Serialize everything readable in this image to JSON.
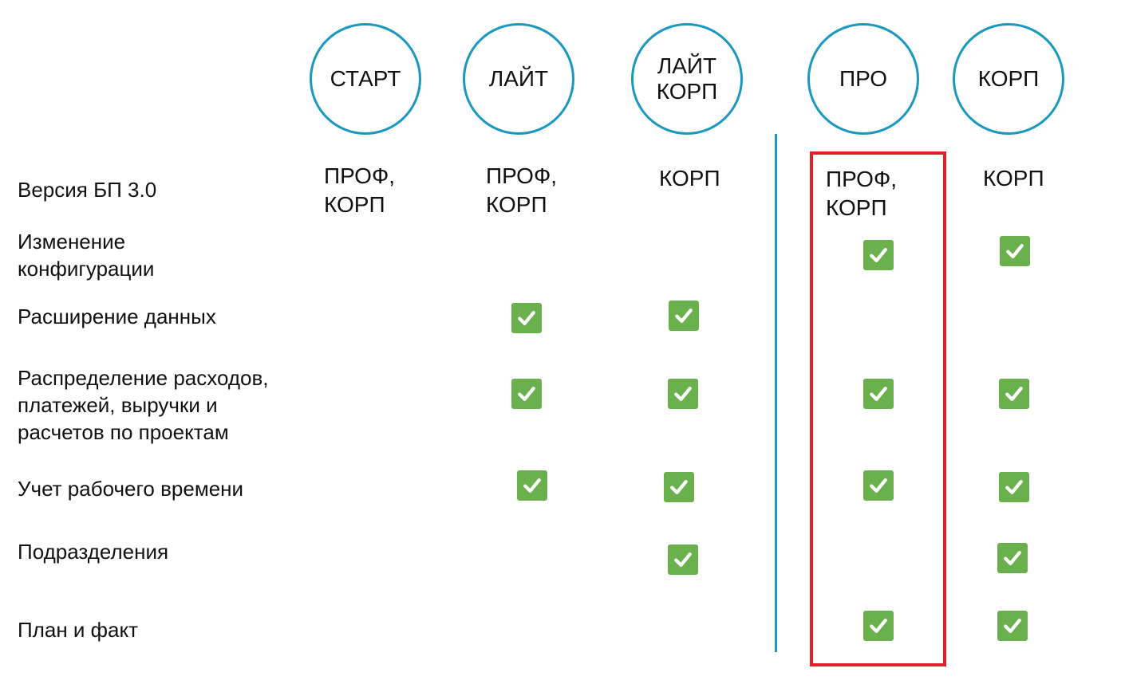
{
  "colors": {
    "accent": "#1a98c0",
    "check": "#6ab04c",
    "highlight": "#e0202a"
  },
  "plans": [
    {
      "name": "СТАРТ"
    },
    {
      "name": "ЛАЙТ"
    },
    {
      "name": "ЛАЙТ\nКОРП"
    },
    {
      "name": "ПРО"
    },
    {
      "name": "КОРП"
    }
  ],
  "rows": [
    {
      "label": "Версия БП 3.0"
    },
    {
      "label": "Изменение\nконфигурации"
    },
    {
      "label": "Расширение данных"
    },
    {
      "label": "Распределение расходов,\nплатежей, выручки и\nрасчетов по проектам"
    },
    {
      "label": "Учет рабочего времени"
    },
    {
      "label": "Подразделения"
    },
    {
      "label": "План и факт"
    }
  ],
  "editions": [
    "ПРОФ,\nКОРП",
    "ПРОФ,\nКОРП",
    "КОРП",
    "ПРОФ,\nКОРП",
    "КОРП"
  ],
  "checks": {
    "izmenenie_konfiguracii": [
      false,
      false,
      false,
      true,
      true
    ],
    "rasshirenie_dannyh": [
      false,
      true,
      true,
      false,
      false
    ],
    "raspredelenie": [
      false,
      true,
      true,
      true,
      true
    ],
    "uchet_vremeni": [
      false,
      true,
      true,
      true,
      true
    ],
    "podrazdeleniya": [
      false,
      false,
      true,
      false,
      true
    ],
    "plan_i_fakt": [
      false,
      false,
      false,
      true,
      true
    ]
  },
  "check_icon": "check-mark-icon",
  "highlighted_plan": "ПРО"
}
